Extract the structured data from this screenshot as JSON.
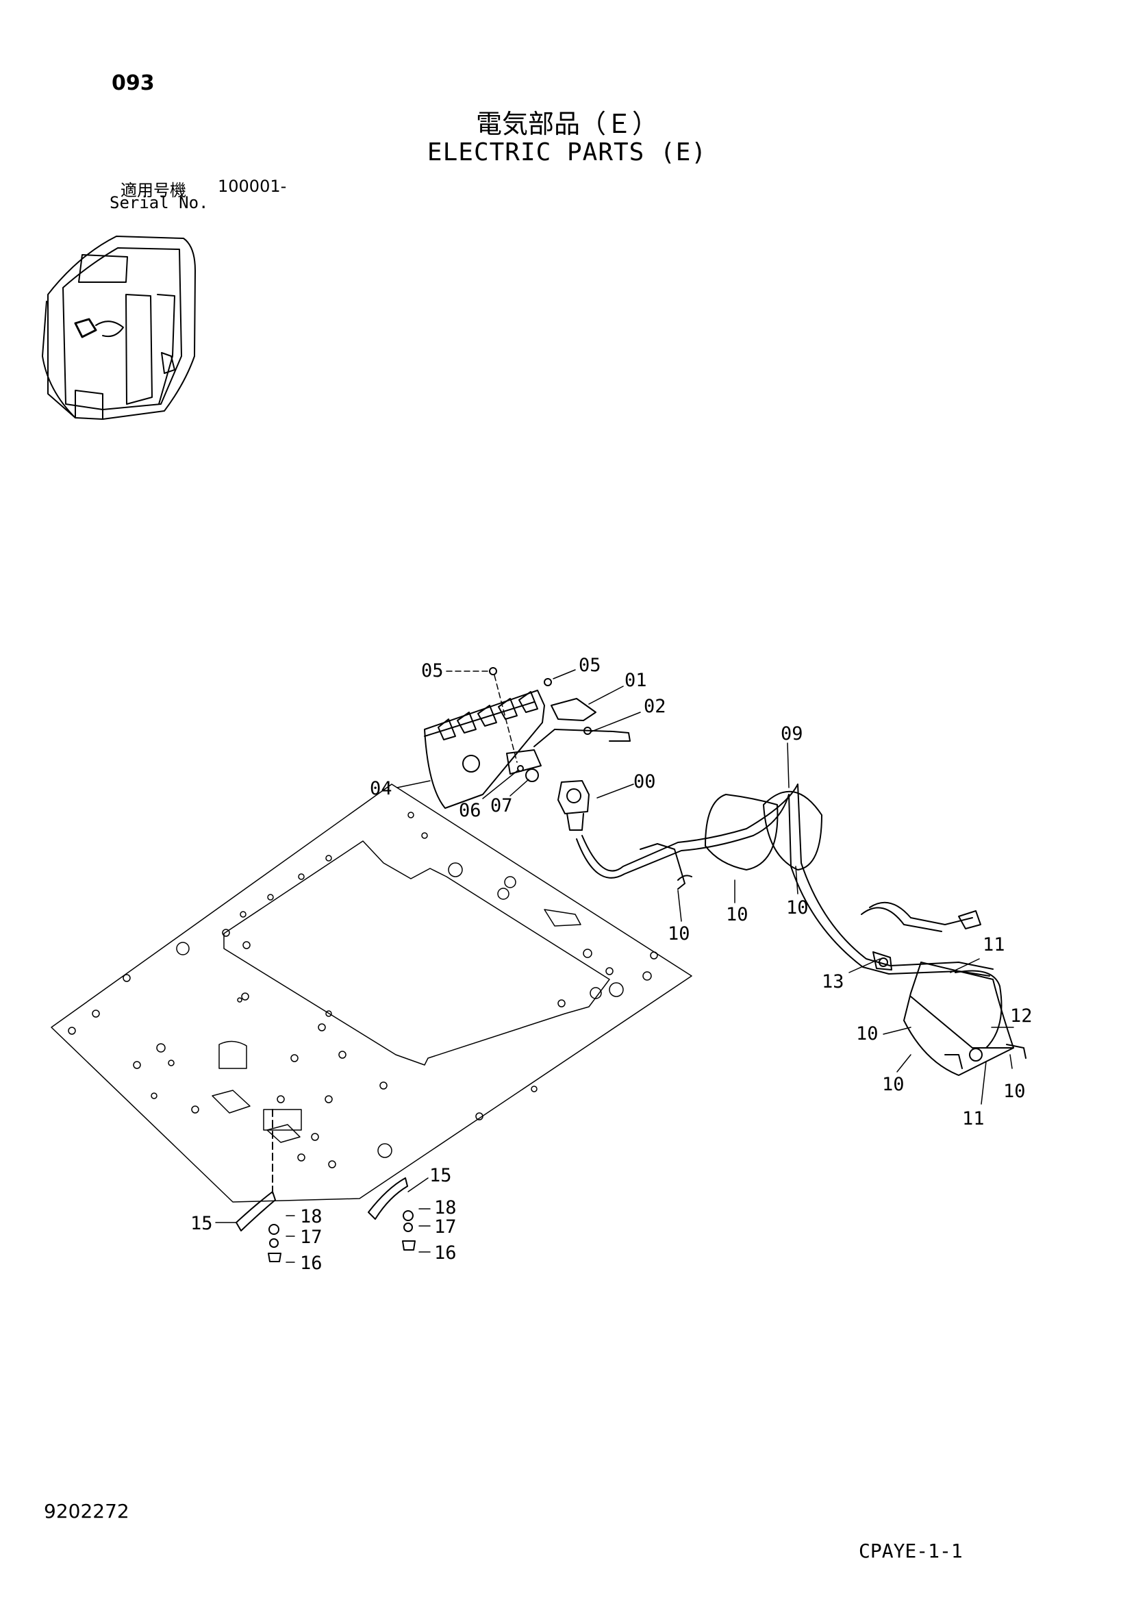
{
  "header": {
    "page_number": "093",
    "title_jp": "電気部品（Ｅ）",
    "title_en": "ELECTRIC PARTS (E)",
    "serial_label_jp": "適用号機",
    "serial_value": "100001-",
    "serial_label_en": "Serial No."
  },
  "callouts": {
    "c05a": "05",
    "c05b": "05",
    "c01": "01",
    "c02": "02",
    "c04": "04",
    "c00": "00",
    "c06": "06",
    "c07": "07",
    "c09": "09",
    "c10a": "10",
    "c10b": "10",
    "c10c": "10",
    "c10d": "10",
    "c10e": "10",
    "c10f": "10",
    "c11a": "11",
    "c11b": "11",
    "c12": "12",
    "c13": "13",
    "c15a": "15",
    "c15b": "15",
    "c16a": "16",
    "c16b": "16",
    "c17a": "17",
    "c17b": "17",
    "c18a": "18",
    "c18b": "18"
  },
  "footer": {
    "document_number": "9202272",
    "sheet_code": "CPAYE-1-1"
  }
}
